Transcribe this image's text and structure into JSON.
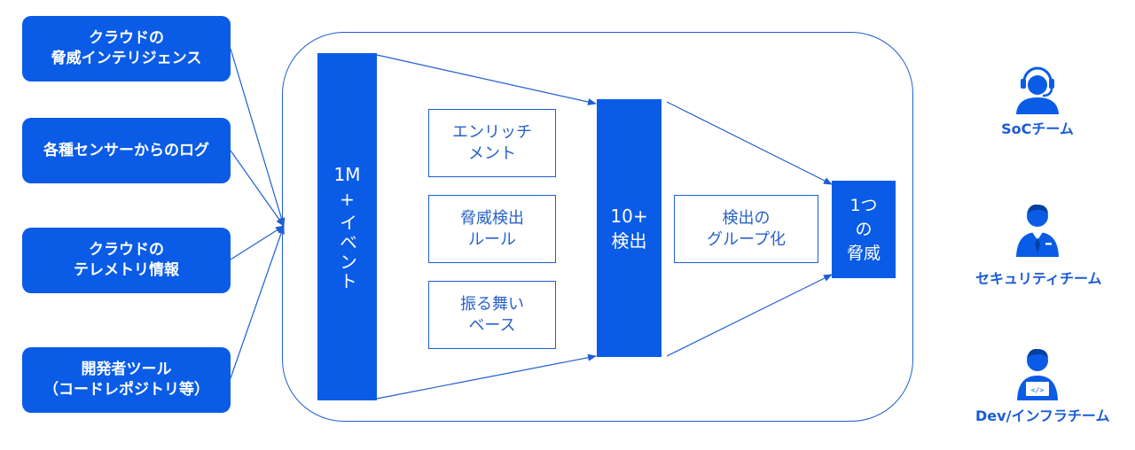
{
  "sources": [
    {
      "lines": [
        "クラウドの",
        "脅威インテリジェンス"
      ]
    },
    {
      "lines": [
        "各種センサーからのログ"
      ]
    },
    {
      "lines": [
        "クラウドの",
        "テレメトリ情報"
      ]
    },
    {
      "lines": [
        "開発者ツール",
        "（コードレポジトリ等）"
      ]
    }
  ],
  "events_bar": {
    "line1": "1M",
    "line2": "+",
    "vertical": "イベント"
  },
  "steps": [
    {
      "lines": [
        "エンリッチ",
        "メント"
      ]
    },
    {
      "lines": [
        "脅威検出",
        "ルール"
      ]
    },
    {
      "lines": [
        "振る舞い",
        "ベース"
      ]
    }
  ],
  "detections_bar": {
    "lines": [
      "10+",
      "検出"
    ]
  },
  "grouping": {
    "lines": [
      "検出の",
      "グループ化"
    ]
  },
  "threat_bar": {
    "lines": [
      "1つ",
      "の",
      "脅威"
    ]
  },
  "personas": [
    {
      "label": "SoCチーム",
      "icon": "headset-person-icon"
    },
    {
      "label": "セキュリティチーム",
      "icon": "business-person-icon"
    },
    {
      "label": "Dev/インフラチーム",
      "icon": "developer-laptop-icon"
    }
  ],
  "colors": {
    "primary": "#0a5ce6",
    "line": "#1f5fd1",
    "text_blue": "#2962c9"
  }
}
